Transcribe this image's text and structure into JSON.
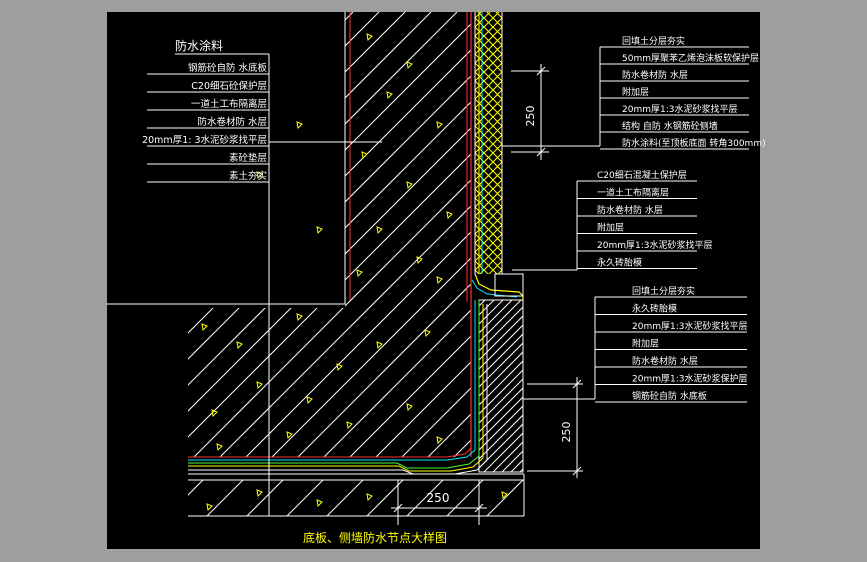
{
  "title": "底板、侧墙防水节点大样图",
  "colors": {
    "background": "#000000",
    "frame": "#9e9e9e",
    "hatch": "#ffffff",
    "red": "#ff3030",
    "yellow": "#ffff00",
    "cyan": "#00e5ff",
    "green": "#40ff40",
    "leader": "#ffffff"
  },
  "labels": {
    "left_header": "防水涂料",
    "left": [
      "钢筋砼自防 水底板",
      "C20细石砼保护层",
      "一道土工布隔离层",
      "防水卷材防 水层",
      "20mm厚1: 3水泥砂浆找平层",
      "素砼垫层",
      "素土夯实"
    ],
    "right_top": [
      "回填土分层夯实",
      "50mm厚聚苯乙烯泡沫板软保护层",
      "防水卷材防 水层",
      "附加层",
      "20mm厚1:3水泥砂浆找平层",
      "结构 自防 水钢筋砼侧墙",
      "防水涂料(至顶板底面 转角300mm)"
    ],
    "right_mid": [
      "C20细石混凝土保护层",
      "一道土工布隔离层",
      "防水卷材防 水层",
      "附加层",
      "20mm厚1:3水泥砂浆找平层",
      "永久砖胎模"
    ],
    "right_bottom": [
      "回填土分层夯实",
      "永久砖胎模",
      "20mm厚1:3水泥砂浆找平层",
      "附加层",
      "防水卷材防 水层",
      "20mm厚1:3水泥砂浆保护层",
      "钢筋砼自防 水底板"
    ]
  },
  "dimensions": {
    "top_vertical": "250",
    "right_vertical": "250",
    "bottom_horizontal": "250"
  }
}
